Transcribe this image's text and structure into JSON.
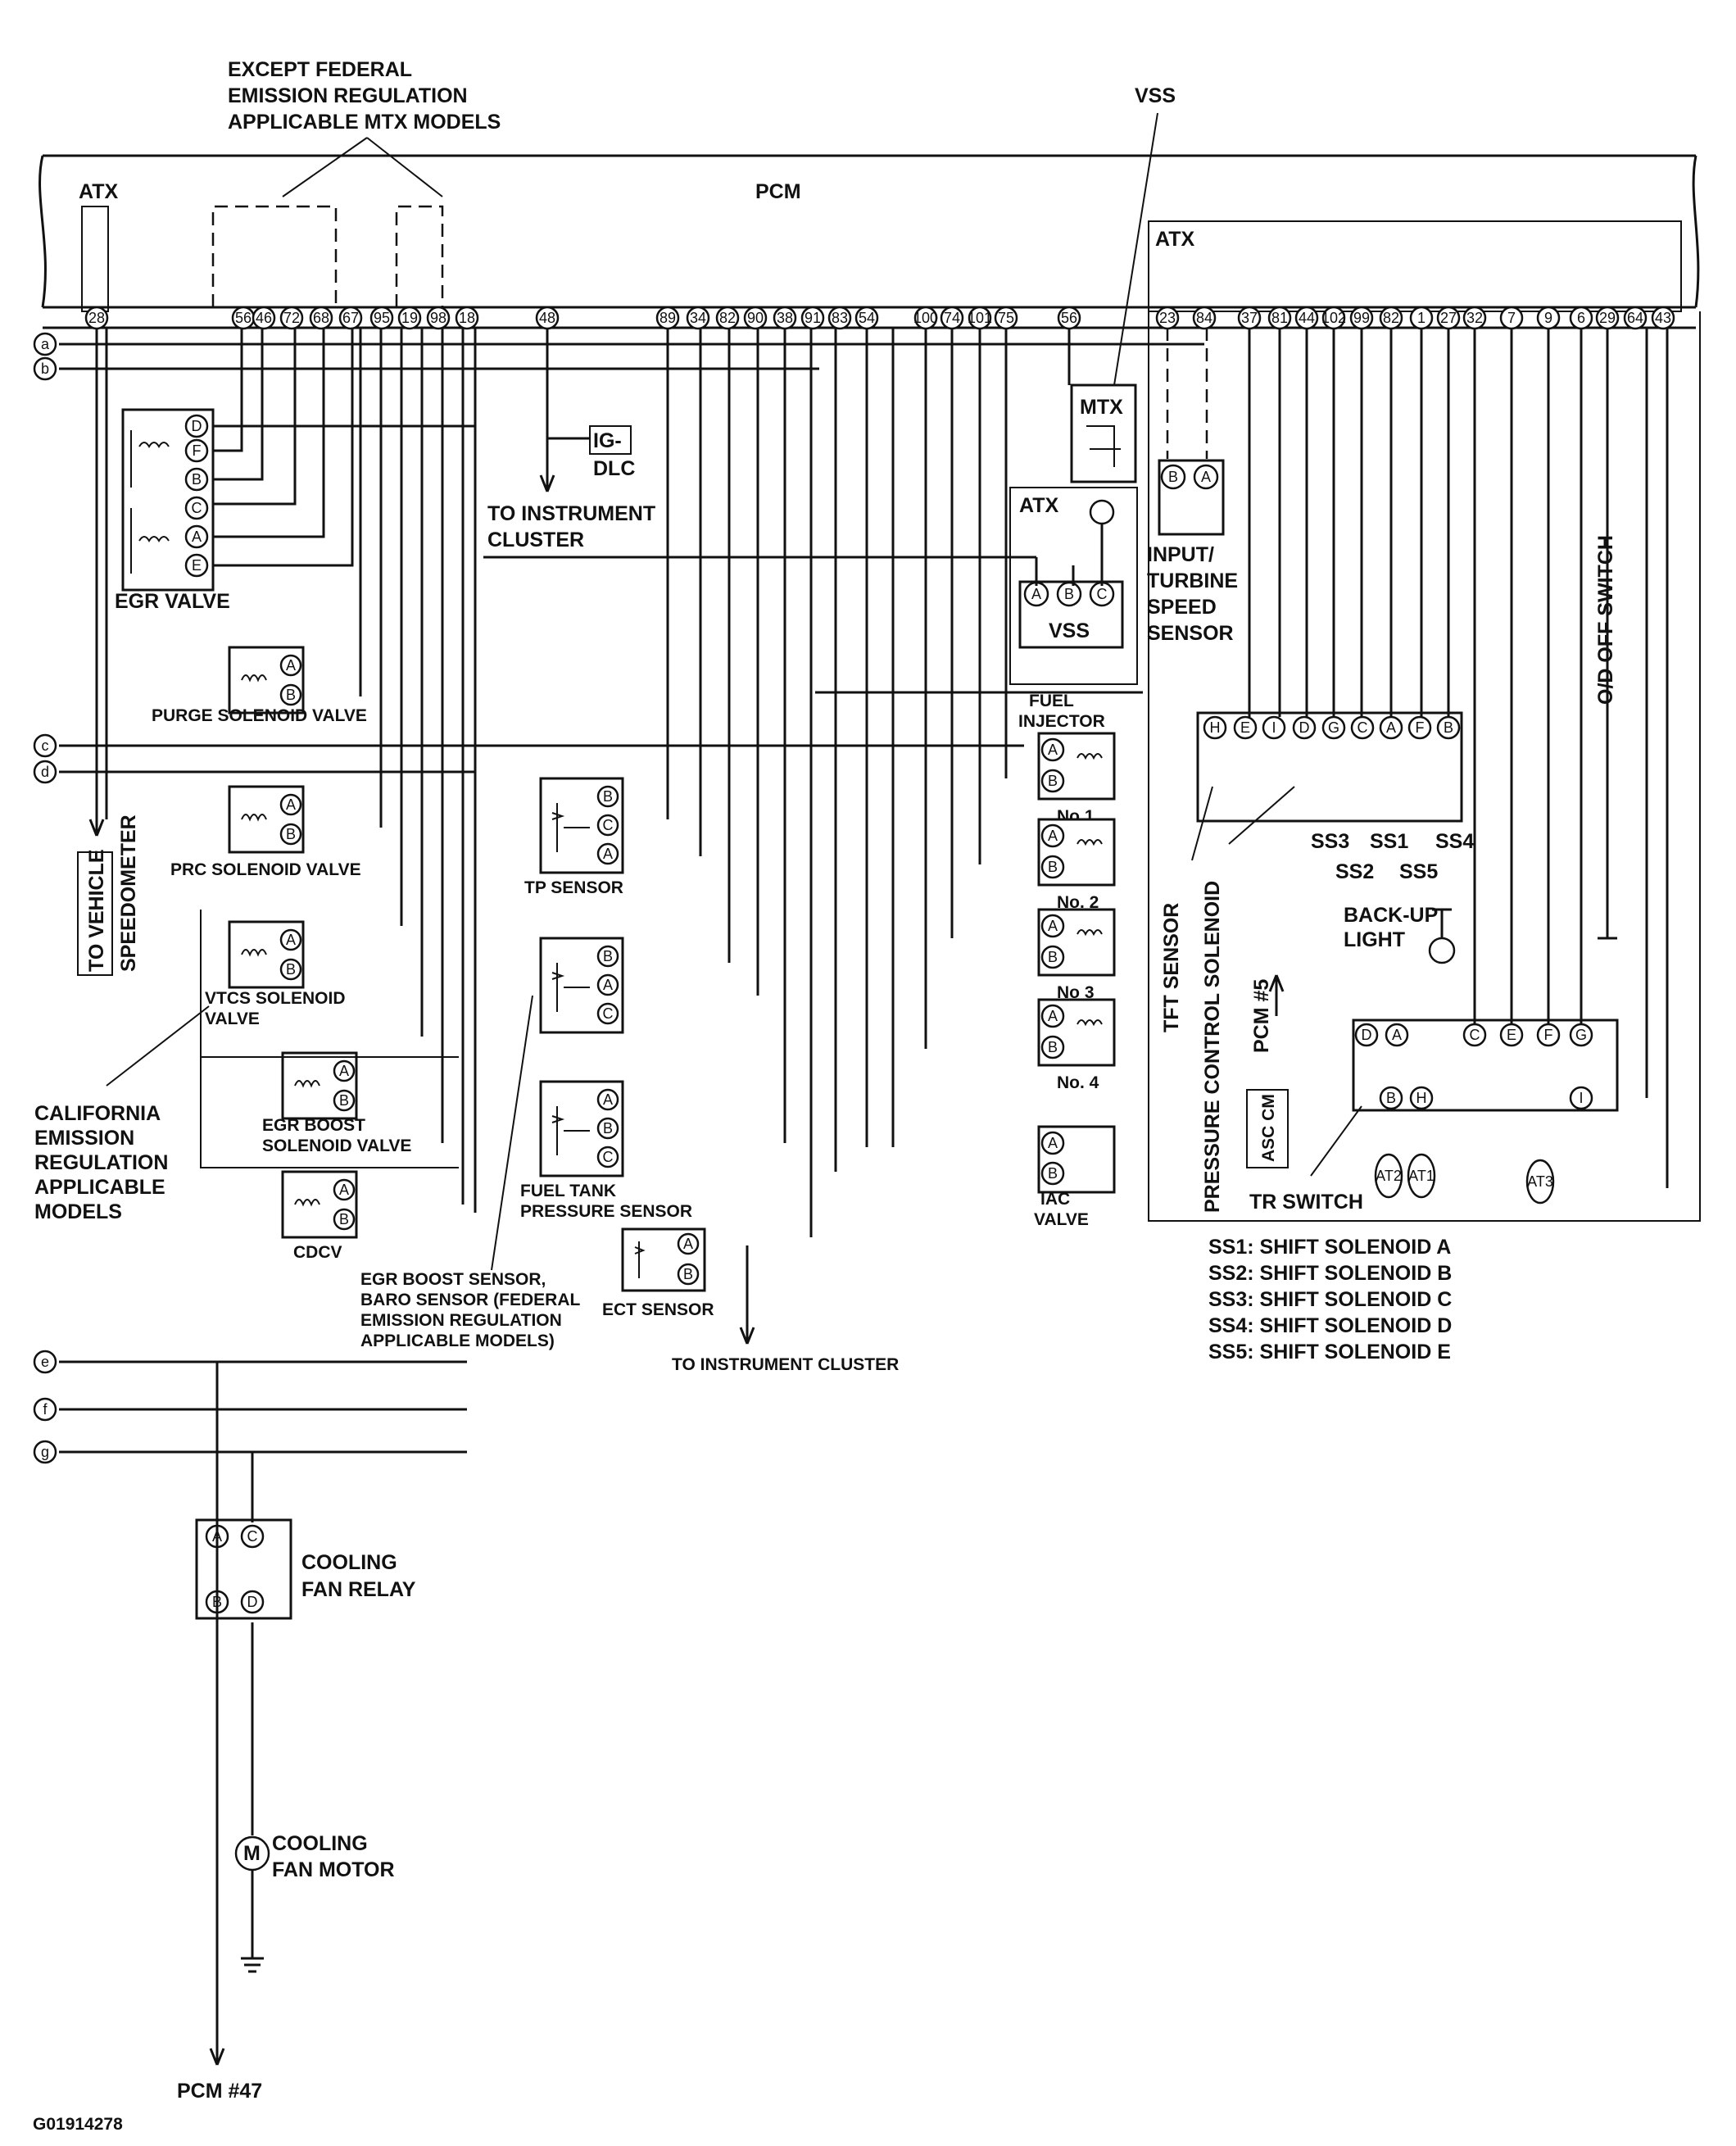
{
  "header": {
    "except_federal": [
      "EXCEPT FEDERAL",
      "EMISSION REGULATION",
      "APPLICABLE MTX MODELS"
    ],
    "vss_top": "VSS",
    "pcm": "PCM",
    "atx_left": "ATX",
    "atx_right": "ATX"
  },
  "pcm_pins_left": [
    "28",
    "56",
    "46",
    "72",
    "68",
    "67",
    "95",
    "19",
    "98",
    "18",
    "48"
  ],
  "pcm_pins_mid": [
    "89",
    "34",
    "82",
    "90",
    "38",
    "91",
    "83",
    "54",
    "100",
    "74",
    "101",
    "75",
    "56"
  ],
  "pcm_pins_right": [
    "23",
    "84",
    "37",
    "81",
    "44",
    "102",
    "99",
    "82",
    "1",
    "27",
    "32",
    "7",
    "9",
    "6",
    "29",
    "64",
    "43"
  ],
  "buses": [
    "a",
    "b",
    "c",
    "d",
    "e",
    "f",
    "g"
  ],
  "egr_valve": {
    "label": "EGR VALVE",
    "pins": [
      "D",
      "F",
      "B",
      "C",
      "A",
      "E"
    ]
  },
  "dlc": {
    "line1": "IG-",
    "line2": "DLC"
  },
  "to_instrument_cluster_1": [
    "TO INSTRUMENT",
    "CLUSTER"
  ],
  "to_vehicle_speedometer": [
    "TO VEHICLE",
    "SPEEDOMETER"
  ],
  "purge": {
    "label": "PURGE SOLENOID VALVE",
    "pins": [
      "A",
      "B"
    ]
  },
  "prc": {
    "label": "PRC SOLENOID VALVE",
    "pins": [
      "A",
      "B"
    ]
  },
  "vtcs": {
    "label": [
      "VTCS SOLENOID",
      "VALVE"
    ],
    "pins": [
      "A",
      "B"
    ]
  },
  "egr_boost_sol": {
    "label": [
      "EGR BOOST",
      "SOLENOID VALVE"
    ],
    "pins": [
      "A",
      "B"
    ]
  },
  "cdcv": {
    "label": "CDCV",
    "pins": [
      "A",
      "B"
    ]
  },
  "california": [
    "CALIFORNIA",
    "EMISSION",
    "REGULATION",
    "APPLICABLE",
    "MODELS"
  ],
  "tp_sensor": {
    "label": "TP SENSOR",
    "pins": [
      "B",
      "C",
      "A"
    ]
  },
  "egr_boost_sensor": {
    "label": [
      "EGR BOOST SENSOR,",
      "BARO SENSOR (FEDERAL",
      "EMISSION REGULATION",
      "APPLICABLE MODELS)"
    ],
    "pins": [
      "B",
      "A",
      "C"
    ]
  },
  "fuel_tank": {
    "label": [
      "FUEL TANK",
      "PRESSURE SENSOR"
    ],
    "pins": [
      "A",
      "B",
      "C"
    ]
  },
  "ect": {
    "label": "ECT SENSOR",
    "pins": [
      "A",
      "B"
    ]
  },
  "to_instrument_cluster_2": "TO INSTRUMENT CLUSTER",
  "mtx": "MTX",
  "vss": {
    "label": "VSS",
    "pins": [
      "A",
      "B",
      "C"
    ]
  },
  "injectors": {
    "header": [
      "FUEL",
      "INJECTOR"
    ],
    "names": [
      "No 1",
      "No. 2",
      "No 3",
      "No. 4"
    ],
    "pins": [
      "A",
      "B"
    ]
  },
  "iac": {
    "label": [
      "IAC",
      "VALVE"
    ],
    "pins": [
      "A",
      "B"
    ]
  },
  "input_turbine": {
    "label": [
      "INPUT/",
      "TURBINE",
      "SPEED",
      "SENSOR"
    ],
    "pins": [
      "B",
      "A"
    ]
  },
  "trans_connector": {
    "pins": [
      "H",
      "E",
      "I",
      "D",
      "G",
      "C",
      "A",
      "F",
      "B"
    ]
  },
  "ss_labels": [
    "SS3",
    "SS1",
    "SS4",
    "SS2",
    "SS5"
  ],
  "tft_sensor": "TFT SENSOR",
  "pressure_control": "PRESSURE CONTROL SOLENOID",
  "pcm5": "PCM #5",
  "asc_cm": "ASC CM",
  "backup_light": [
    "BACK-UP",
    "LIGHT"
  ],
  "od_off_switch": "O/D OFF SWITCH",
  "tr_switch": {
    "label": "TR SWITCH",
    "pins_top": [
      "D",
      "A",
      "C",
      "E",
      "F",
      "G"
    ],
    "pins_bottom": [
      "B",
      "H",
      "I"
    ]
  },
  "at_labels": [
    "AT2",
    "AT1",
    "AT3"
  ],
  "legend": [
    "SS1: SHIFT SOLENOID A",
    "SS2: SHIFT SOLENOID B",
    "SS3: SHIFT SOLENOID C",
    "SS4: SHIFT SOLENOID D",
    "SS5: SHIFT SOLENOID E"
  ],
  "cooling_fan_relay": {
    "label": [
      "COOLING",
      "FAN RELAY"
    ],
    "pins": [
      "A",
      "C",
      "B",
      "D"
    ]
  },
  "cooling_fan_motor": {
    "label": [
      "COOLING",
      "FAN MOTOR"
    ],
    "symbol": "M"
  },
  "pcm47": "PCM #47",
  "figure_id": "G01914278"
}
